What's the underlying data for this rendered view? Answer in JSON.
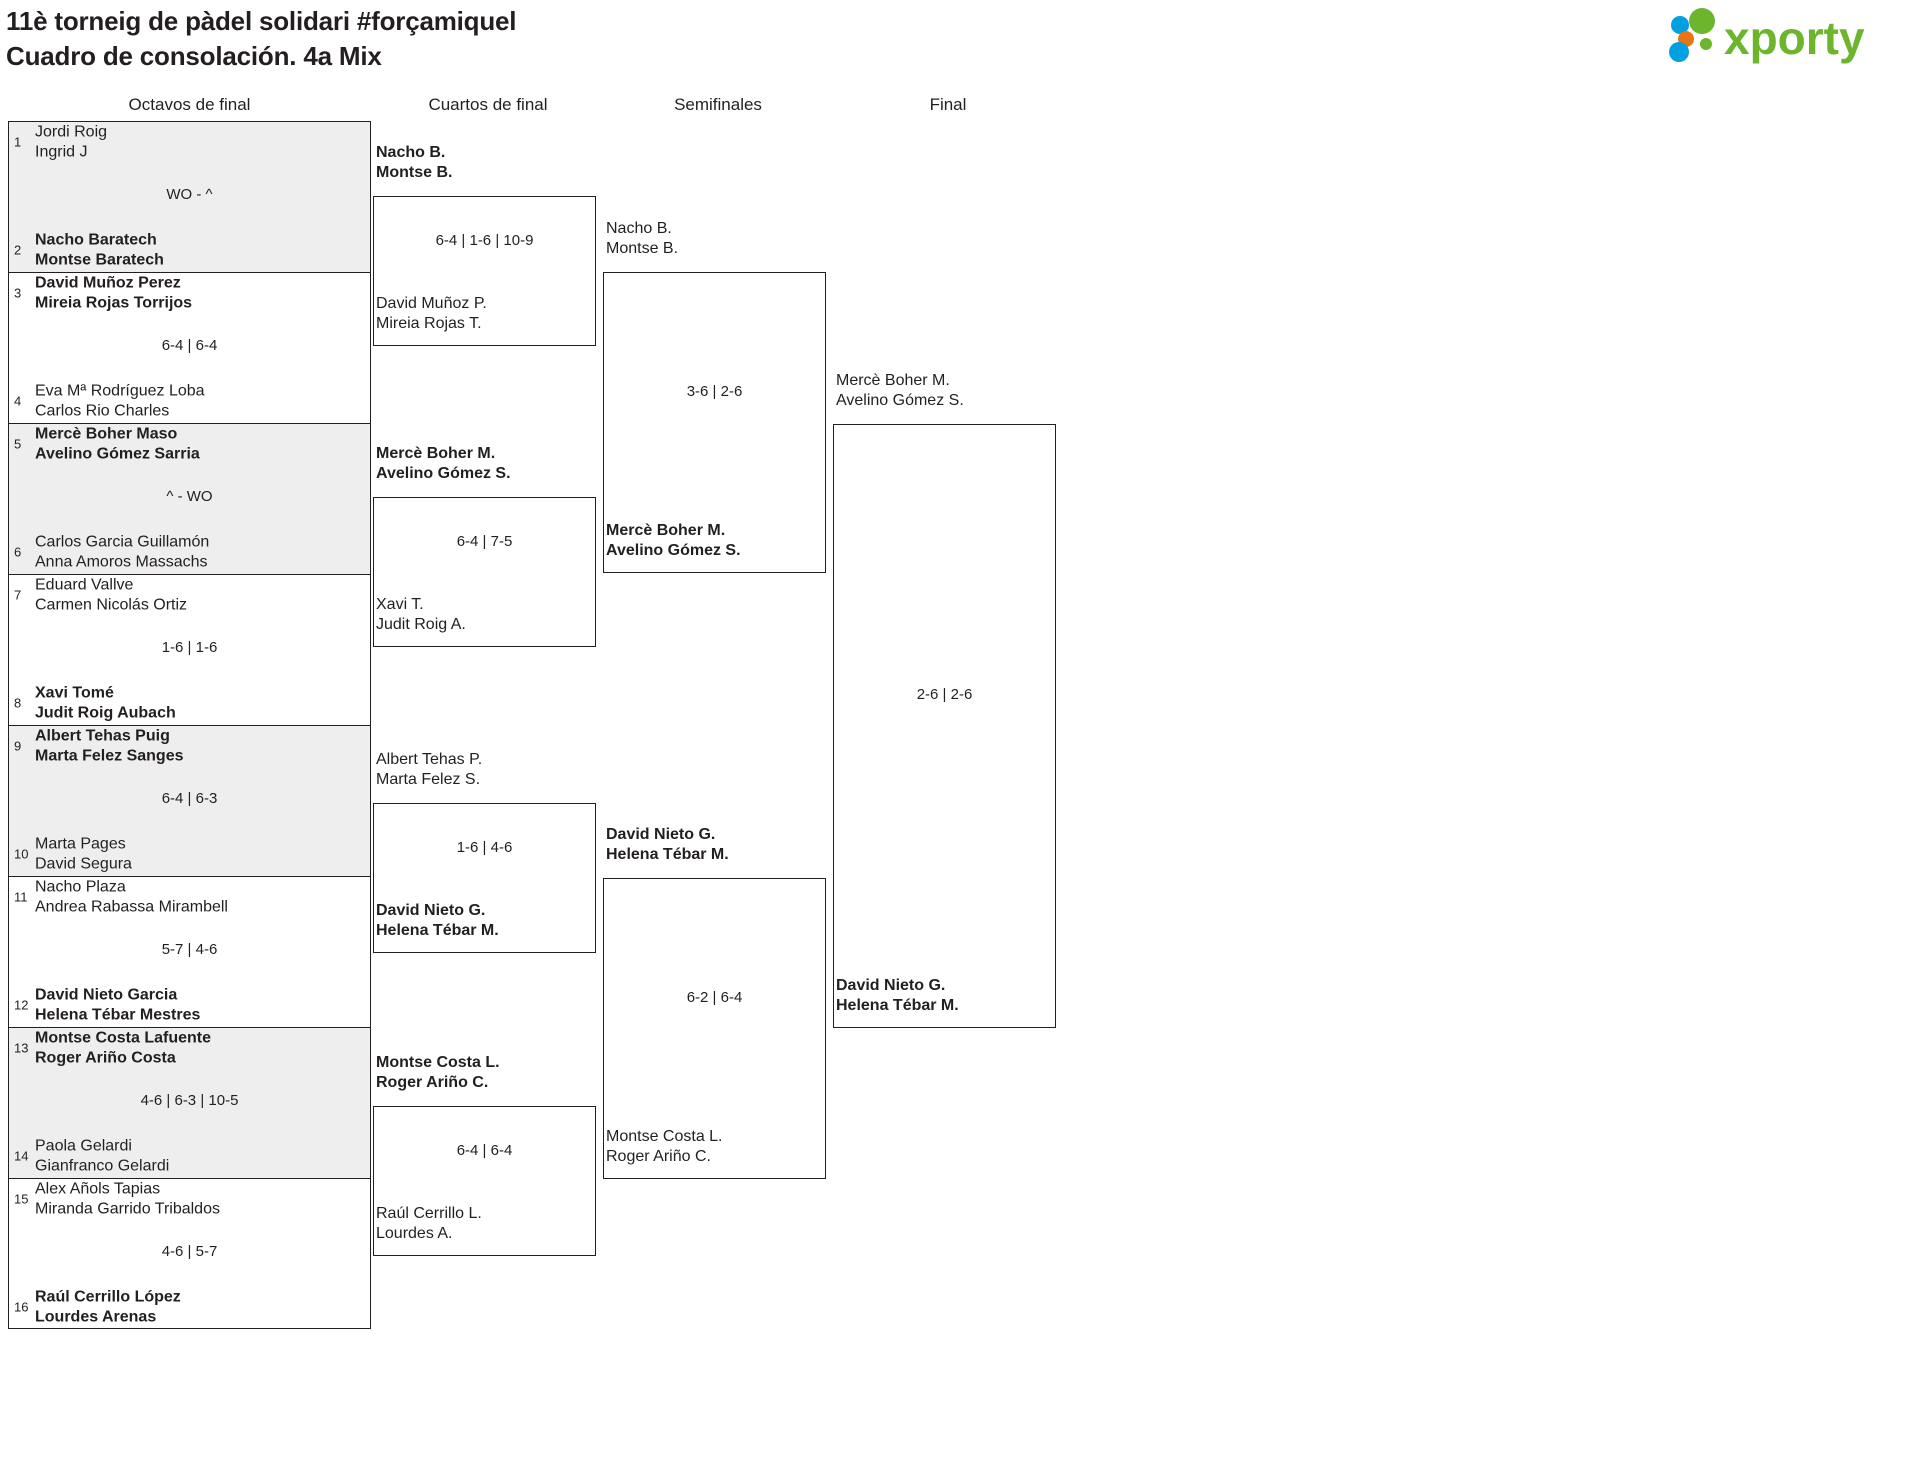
{
  "header": {
    "title_line1": "11è torneig de pàdel solidari #forçamiquel",
    "title_line2": "Cuadro de consolación. 4a Mix",
    "logo_text": "xporty",
    "logo_colors": {
      "blue": "#00a0e1",
      "orange": "#e87511",
      "green": "#6cb52d"
    }
  },
  "rounds": [
    {
      "label": "Octavos de final"
    },
    {
      "label": "Cuartos de final"
    },
    {
      "label": "Semifinales"
    },
    {
      "label": "Final"
    }
  ],
  "round1": [
    {
      "shaded": true,
      "score": "WO - ^",
      "top": {
        "seed": "1",
        "p1": "Jordi Roig",
        "p2": "Ingrid J",
        "winner": false
      },
      "bottom": {
        "seed": "2",
        "p1": "Nacho Baratech",
        "p2": "Montse Baratech",
        "winner": true
      }
    },
    {
      "shaded": false,
      "score": "6-4 | 6-4",
      "top": {
        "seed": "3",
        "p1": "David Muñoz Perez",
        "p2": "Mireia Rojas Torrijos",
        "winner": true
      },
      "bottom": {
        "seed": "4",
        "p1": "Eva Mª Rodríguez Loba",
        "p2": "Carlos Rio Charles",
        "winner": false
      }
    },
    {
      "shaded": true,
      "score": "^ - WO",
      "top": {
        "seed": "5",
        "p1": "Mercè Boher Maso",
        "p2": "Avelino Gómez Sarria",
        "winner": true
      },
      "bottom": {
        "seed": "6",
        "p1": "Carlos Garcia Guillamón",
        "p2": "Anna Amoros Massachs",
        "winner": false
      }
    },
    {
      "shaded": false,
      "score": "1-6 | 1-6",
      "top": {
        "seed": "7",
        "p1": "Eduard Vallve",
        "p2": "Carmen Nicolás Ortiz",
        "winner": false
      },
      "bottom": {
        "seed": "8",
        "p1": "Xavi Tomé",
        "p2": "Judit Roig Aubach",
        "winner": true
      }
    },
    {
      "shaded": true,
      "score": "6-4 | 6-3",
      "top": {
        "seed": "9",
        "p1": "Albert Tehas Puig",
        "p2": "Marta Felez Sanges",
        "winner": true
      },
      "bottom": {
        "seed": "10",
        "p1": "Marta Pages",
        "p2": "David Segura",
        "winner": false
      }
    },
    {
      "shaded": false,
      "score": "5-7 | 4-6",
      "top": {
        "seed": "11",
        "p1": "Nacho Plaza",
        "p2": "Andrea Rabassa Mirambell",
        "winner": false
      },
      "bottom": {
        "seed": "12",
        "p1": "David Nieto Garcia",
        "p2": "Helena Tébar Mestres",
        "winner": true
      }
    },
    {
      "shaded": true,
      "score": "4-6 | 6-3 | 10-5",
      "top": {
        "seed": "13",
        "p1": "Montse Costa Lafuente",
        "p2": "Roger Ariño Costa",
        "winner": true
      },
      "bottom": {
        "seed": "14",
        "p1": "Paola Gelardi",
        "p2": "Gianfranco Gelardi",
        "winner": false
      }
    },
    {
      "shaded": false,
      "score": "4-6 | 5-7",
      "top": {
        "seed": "15",
        "p1": "Alex Añols Tapias",
        "p2": "Miranda Garrido Tribaldos",
        "winner": false
      },
      "bottom": {
        "seed": "16",
        "p1": "Raúl Cerrillo López",
        "p2": "Lourdes Arenas",
        "winner": true
      }
    }
  ],
  "quarterfinals": [
    {
      "score": "6-4 | 1-6 | 10-9",
      "top": {
        "p1": "Nacho B.",
        "p2": "Montse B.",
        "winner": true
      },
      "bottom": {
        "p1": "David Muñoz P.",
        "p2": "Mireia Rojas T.",
        "winner": false
      }
    },
    {
      "score": "6-4 | 7-5",
      "top": {
        "p1": "Mercè Boher M.",
        "p2": "Avelino Gómez S.",
        "winner": true
      },
      "bottom": {
        "p1": "Xavi T.",
        "p2": "Judit Roig A.",
        "winner": false
      }
    },
    {
      "score": "1-6 | 4-6",
      "top": {
        "p1": "Albert Tehas P.",
        "p2": "Marta Felez S.",
        "winner": false
      },
      "bottom": {
        "p1": "David Nieto G.",
        "p2": "Helena Tébar M.",
        "winner": true
      }
    },
    {
      "score": "6-4 | 6-4",
      "top": {
        "p1": "Montse Costa L.",
        "p2": "Roger Ariño C.",
        "winner": true
      },
      "bottom": {
        "p1": "Raúl Cerrillo L.",
        "p2": "Lourdes A.",
        "winner": false
      }
    }
  ],
  "semifinals": [
    {
      "score": "3-6 | 2-6",
      "top": {
        "p1": "Nacho B.",
        "p2": "Montse B.",
        "winner": false
      },
      "bottom": {
        "p1": "Mercè Boher M.",
        "p2": "Avelino Gómez S.",
        "winner": true
      }
    },
    {
      "score": "6-2 | 6-4",
      "top": {
        "p1": "David Nieto G.",
        "p2": "Helena Tébar M.",
        "winner": true
      },
      "bottom": {
        "p1": "Montse Costa L.",
        "p2": "Roger Ariño C.",
        "winner": false
      }
    }
  ],
  "final": {
    "score": "2-6 | 2-6",
    "top": {
      "p1": "Mercè Boher M.",
      "p2": "Avelino Gómez S.",
      "winner": false
    },
    "bottom": {
      "p1": "David Nieto G.",
      "p2": "Helena Tébar M.",
      "winner": true
    }
  }
}
